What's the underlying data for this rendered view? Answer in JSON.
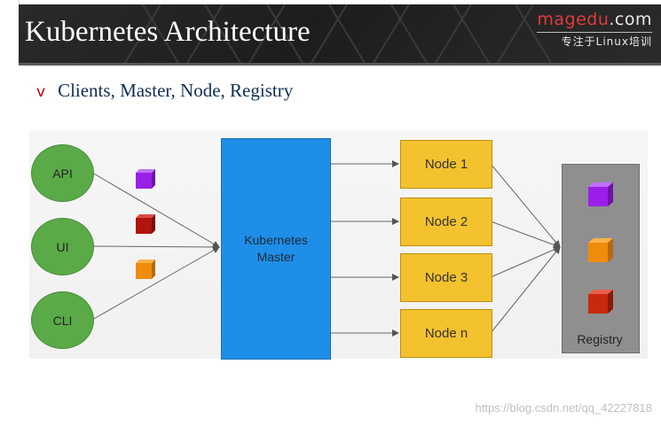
{
  "slide": {
    "title": "Kubernetes Architecture",
    "brand": {
      "name": "magedu",
      "suffix": ".com",
      "tagline": "专注于Linux培训"
    },
    "bullet": {
      "marker": "v",
      "text": "Clients, Master, Node, Registry"
    }
  },
  "diagram": {
    "clients": [
      "API",
      "UI",
      "CLI"
    ],
    "master": {
      "line1": "Kubernetes",
      "line2": "Master"
    },
    "nodes": [
      "Node 1",
      "Node 2",
      "Node 3",
      "Node n"
    ],
    "registry": {
      "label": "Registry"
    },
    "colors": {
      "client": "#5aaa47",
      "master": "#1f8ee8",
      "node": "#f4c22e",
      "registry": "#8f8f8f",
      "cube_purple": "#9b1fe8",
      "cube_red": "#b0140f",
      "cube_orange": "#f08c0c"
    }
  },
  "watermarks": {
    "url": "https://blog.csdn.net/qq_42227818"
  }
}
